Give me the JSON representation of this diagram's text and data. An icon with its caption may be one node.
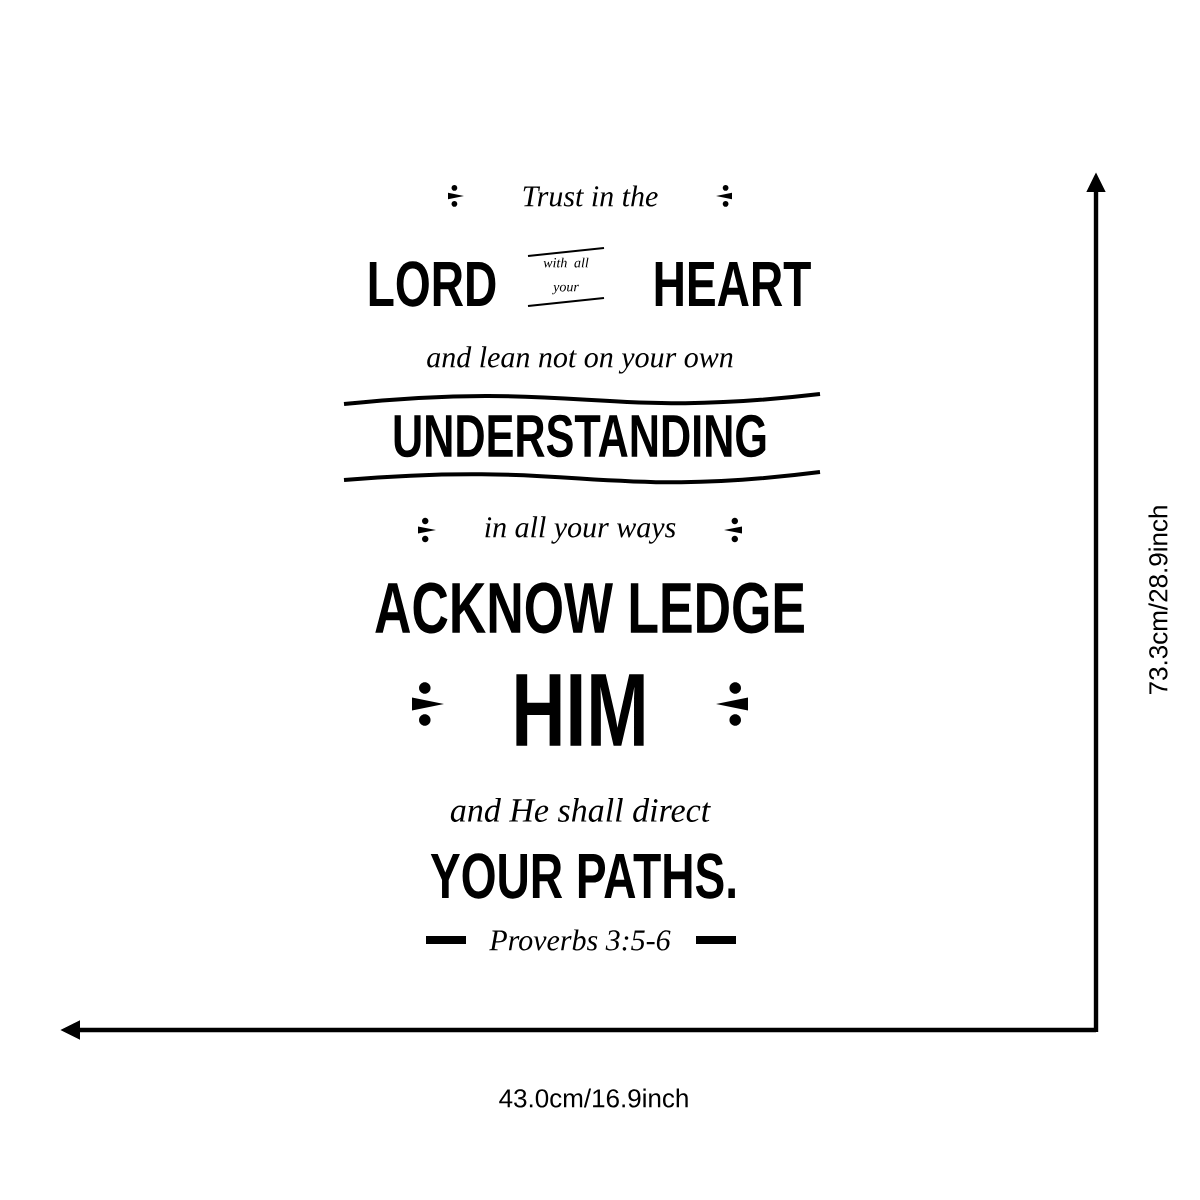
{
  "diagram": {
    "labels": [
      "Trust in the",
      "LORD",
      "with all your",
      "HEART",
      "and lean not on your own",
      "UNDERSTANDING",
      "in all your ways",
      "ACKNOW LEDGE",
      "HIM",
      "and He shall direct",
      "YOUR PATHS.",
      "Proverbs 3:5-6",
      "43.0cm/16.9inch",
      "73.3cm/28.9inch"
    ]
  }
}
